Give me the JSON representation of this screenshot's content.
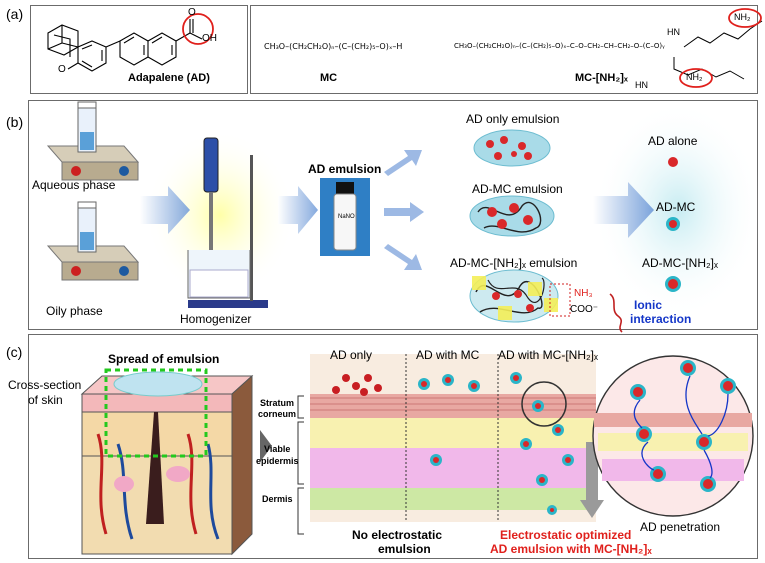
{
  "panel_a": {
    "label": "(a)",
    "adapalene": {
      "name": "Adapalene (AD)",
      "methoxy": "O",
      "carboxyl": "OH",
      "carbonyl": "O"
    },
    "mc": {
      "name": "MC",
      "formula": "CH₃O–(CH₂CH₂O)ₙ–(C–(CH₂)₅–O)ₓ–H"
    },
    "mc_nh2": {
      "name": "MC-[NH₂]ₓ",
      "formula": "CH₃O–(CH₂CH₂O)ₙ–(C–(CH₂)₅–O)ₓ–C–O–CH₂–CH–CH₂–O–(C–O)ᵧ",
      "amine_top": "NH₂",
      "amine_bottom": "NH₂",
      "hn_top": "HN",
      "hn_bottom": "HN"
    }
  },
  "panel_b": {
    "label": "(b)",
    "aqueous_phase": "Aqueous phase",
    "oily_phase": "Oily phase",
    "homogenizer": "Homogenizer",
    "ad_emulsion": "AD emulsion",
    "vial_label": "NaNO",
    "emulsions": [
      "AD only emulsion",
      "AD-MC emulsion",
      "AD-MC-[NH₂]ₓ emulsion"
    ],
    "results": [
      "AD alone",
      "AD-MC",
      "AD-MC-[NH₂]ₓ"
    ],
    "nh3": "NH₃",
    "coo": "COO⁻",
    "ionic": "Ionic",
    "interaction": "interaction"
  },
  "panel_c": {
    "label": "(c)",
    "cross_section": "Cross-section",
    "of_skin": "of skin",
    "spread": "Spread of emulsion",
    "layers": {
      "stratum": "Stratum",
      "corneum": "corneum",
      "viable": "Viable",
      "epidermis": "epidermis",
      "dermis": "Dermis"
    },
    "columns": [
      "AD only",
      "AD with MC",
      "AD with MC-[NH₂]ₓ"
    ],
    "no_electro_1": "No electrostatic",
    "no_electro_2": "emulsion",
    "electro_1": "Electrostatic optimized",
    "electro_2": "AD emulsion with MC-[NH₂]ₓ",
    "penetration": "AD penetration"
  },
  "colors": {
    "red_accent": "#e0201c",
    "blue_accent": "#1436c8",
    "cyan": "#2bb5c8",
    "particle_red": "#d9282a"
  }
}
